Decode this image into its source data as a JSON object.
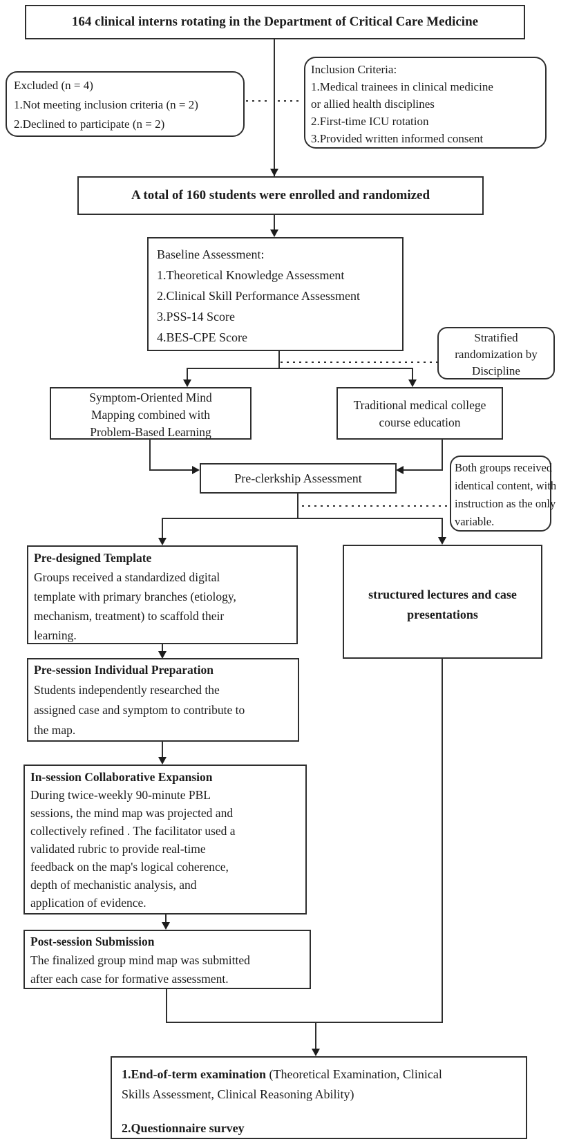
{
  "diagram": {
    "top_box": "164 clinical interns rotating in the Department of Critical Care Medicine",
    "excluded": {
      "lines": [
        "Excluded (n = 4)",
        "1.Not meeting inclusion criteria (n = 2)",
        "2.Declined to participate (n = 2)"
      ]
    },
    "inclusion": {
      "lines": [
        "Inclusion Criteria:",
        "1.Medical trainees in clinical medicine",
        "or allied health disciplines",
        "2.First-time ICU rotation",
        "3.Provided written informed consent"
      ]
    },
    "enrolled_box": "A total of 160 students were enrolled and randomized",
    "baseline": {
      "lines": [
        "Baseline Assessment:",
        "1.Theoretical Knowledge Assessment",
        "2.Clinical Skill Performance Assessment",
        "3.PSS-14 Score",
        "4.BES-CPE Score"
      ]
    },
    "stratified": {
      "lines": [
        "Stratified",
        "randomization by",
        "Discipline"
      ]
    },
    "symptom_box": {
      "lines": [
        "Symptom-Oriented Mind",
        "Mapping combined with",
        "Problem-Based Learning"
      ]
    },
    "traditional_box": {
      "lines": [
        "Traditional medical college",
        "course education"
      ]
    },
    "preclerkship_box": "Pre-clerkship Assessment",
    "both_groups": {
      "lines": [
        "Both groups received",
        "identical content, with",
        "instruction as the only",
        "variable."
      ]
    },
    "predesigned": {
      "title": "Pre-designed Template",
      "lines": [
        "Groups received a standardized digital",
        "template with primary branches (etiology,",
        "mechanism, treatment) to scaffold their",
        "learning."
      ]
    },
    "structured_box": {
      "lines": [
        "structured lectures and case",
        "presentations"
      ]
    },
    "presession": {
      "title": "Pre-session Individual Preparation",
      "lines": [
        " Students independently researched the",
        "assigned case and symptom to contribute to",
        "the map."
      ]
    },
    "insession": {
      "title": "In-session Collaborative Expansion",
      "lines": [
        " During twice-weekly 90-minute PBL",
        "sessions, the mind map was projected and",
        "collectively refined . The facilitator used a",
        "validated rubric to provide real-time",
        "feedback on the map's logical coherence,",
        "depth of mechanistic analysis, and",
        "application of evidence."
      ]
    },
    "postsession": {
      "title": "Post-session Submission",
      "lines": [
        "The finalized group mind map was submitted",
        "after each case for formative assessment."
      ]
    },
    "final_box": {
      "item1_bold": "1.End-of-term examination",
      "item1_rest": " (Theoretical Examination, Clinical",
      "item1_line2": "Skills Assessment, Clinical Reasoning Ability)",
      "item2_bold": "2.Questionnaire survey"
    },
    "colors": {
      "line": "#2e2e2e",
      "text": "#1c1c1c",
      "background": "#ffffff"
    }
  }
}
